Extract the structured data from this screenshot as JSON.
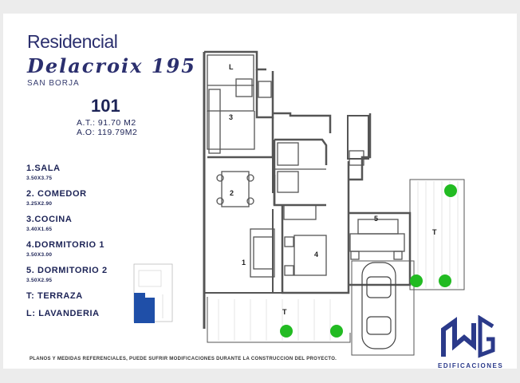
{
  "header": {
    "line1": "Residencial",
    "line2": "Delacroix 195",
    "line3": "SAN BORJA"
  },
  "unit": {
    "number": "101",
    "at": "A.T.: 91.70 M2",
    "ao": "A.O: 119.79M2"
  },
  "rooms": [
    {
      "label": "1.SALA",
      "dims": "3.50X3.75"
    },
    {
      "label": "2. COMEDOR",
      "dims": "3.25X2.90"
    },
    {
      "label": "3.COCINA",
      "dims": "3.40X1.65"
    },
    {
      "label": "4.DORMITORIO 1",
      "dims": "3.50X3.00"
    },
    {
      "label": "5. DORMITORIO 2",
      "dims": "3.50X2.95"
    }
  ],
  "legend": {
    "terraza": "T: TERRAZA",
    "lavanderia": "L: LAVANDERIA"
  },
  "plan_labels": {
    "r1": "1",
    "r2": "2",
    "r3": "3",
    "r4": "4",
    "r5": "5",
    "lav": "L",
    "t_right": "T",
    "t_bottom": "T"
  },
  "footer": "PLANOS Y MEDIDAS REFERENCIALES, PUEDE SUFRIR MODIFICACIONES DURANTE LA CONSTRUCCION DEL PROYECTO.",
  "logo": {
    "subtitle": "EDIFICACIONES"
  },
  "colors": {
    "brand_blue": "#2b2f6e",
    "logo_blue": "#2b3a8a",
    "unit_highlight": "#1f4fa8",
    "tree_green": "#22bb22"
  }
}
